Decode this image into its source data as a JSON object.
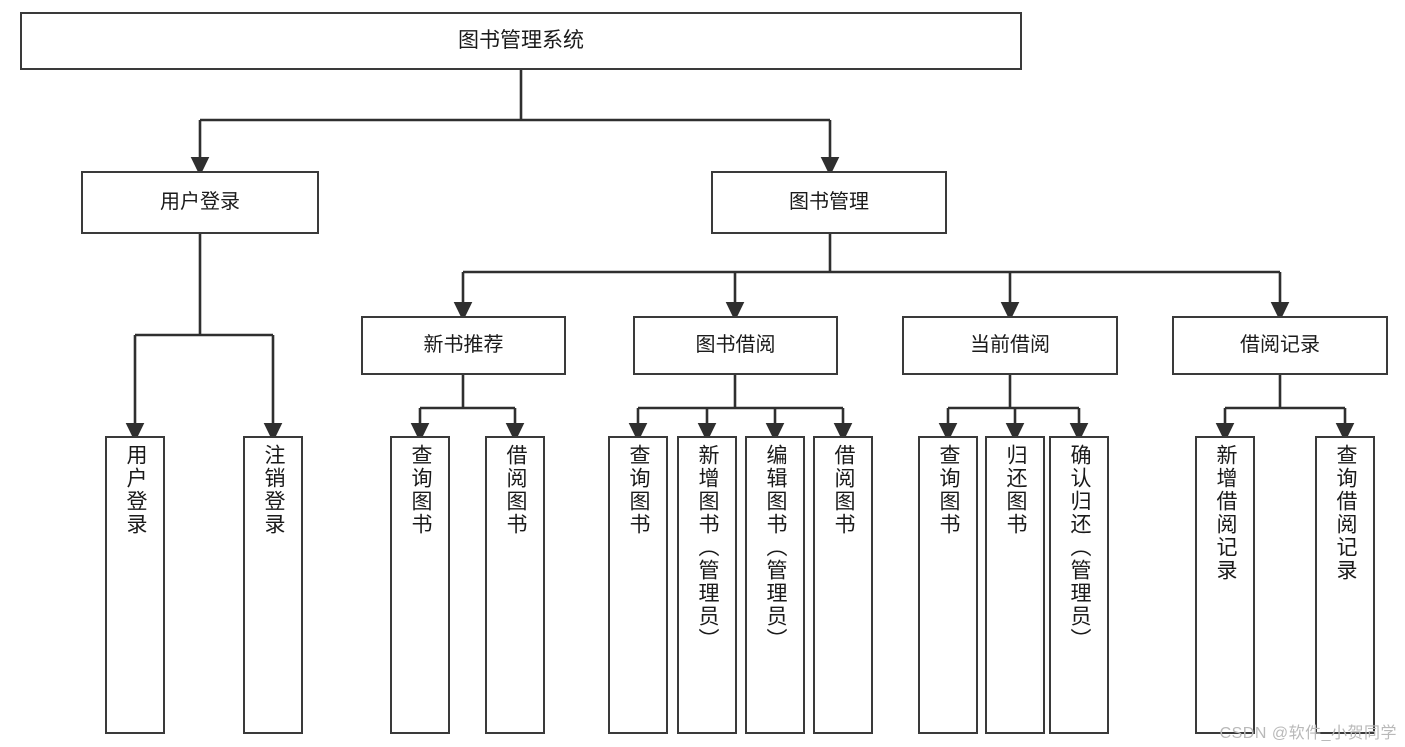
{
  "diagram": {
    "title": "图书管理系统",
    "watermark": "CSDN @软件_小贺同学",
    "colors": {
      "stroke": "#3a3a3a",
      "fill": "#ffffff",
      "text": "#1a1a1a",
      "watermark": "#b9b9b9",
      "background": "#ffffff"
    },
    "root": {
      "label": "图书管理系统"
    },
    "tier1": [
      {
        "label": "用户登录"
      },
      {
        "label": "图书管理"
      }
    ],
    "tier2": [
      {
        "label": "新书推荐"
      },
      {
        "label": "图书借阅"
      },
      {
        "label": "当前借阅"
      },
      {
        "label": "借阅记录"
      }
    ],
    "leaves": {
      "user_login": [
        {
          "label": "用户登录"
        },
        {
          "label": "注销登录"
        }
      ],
      "new_book_recommend": [
        {
          "label": "查询图书"
        },
        {
          "label": "借阅图书"
        }
      ],
      "book_borrow": [
        {
          "label": "查询图书"
        },
        {
          "label": "新增图书（管理员）"
        },
        {
          "label": "编辑图书（管理员）"
        },
        {
          "label": "借阅图书"
        }
      ],
      "current_borrow": [
        {
          "label": "查询图书"
        },
        {
          "label": "归还图书"
        },
        {
          "label": "确认归还（管理员）"
        }
      ],
      "borrow_record": [
        {
          "label": "新增借阅记录"
        },
        {
          "label": "查询借阅记录"
        }
      ]
    }
  }
}
